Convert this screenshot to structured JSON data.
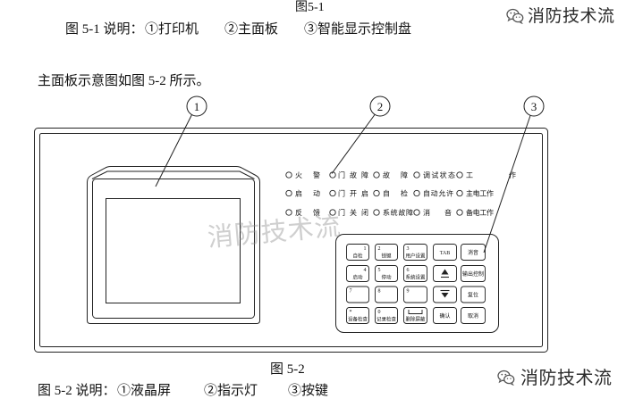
{
  "header": {
    "figure_label": "图5-1",
    "caption_prefix": "图 5-1 说明：",
    "caption_items": [
      "①打印机",
      "②主面板",
      "③智能显示控制盘"
    ]
  },
  "intro": "主面板示意图如图 5-2 所示。",
  "watermarks": {
    "icon": "wechat-icon",
    "top": "消防技术流",
    "bottom": "消防技术流",
    "center": "消防技术流"
  },
  "diagram": {
    "callouts": [
      "1",
      "2",
      "3"
    ],
    "indicators": [
      [
        "火警",
        "门故障",
        "故障",
        "调试状态",
        "工作"
      ],
      [
        "启动",
        "门开启",
        "自检",
        "自动允许",
        "主电工作"
      ],
      [
        "反馈",
        "门关闭",
        "系统故障",
        "消音",
        "备电工作"
      ]
    ],
    "keys": [
      [
        {
          "number": "1",
          "label": "自检"
        },
        {
          "number": "2",
          "label": "锁键"
        },
        {
          "number": "3",
          "label": "用户设置"
        },
        {
          "label": "TAB"
        },
        {
          "label": "消音"
        }
      ],
      [
        {
          "number": "4",
          "label": "启动"
        },
        {
          "number": "5",
          "label": "停动"
        },
        {
          "number": "6",
          "label": "系统设置"
        },
        {
          "icon": "up-arrow-icon"
        },
        {
          "label": "输出控制"
        }
      ],
      [
        {
          "number": "7"
        },
        {
          "number": "8"
        },
        {
          "number": "9"
        },
        {
          "icon": "down-arrow-icon"
        },
        {
          "label": "复位"
        }
      ],
      [
        {
          "number": "*",
          "label": "设备检查"
        },
        {
          "number": "0",
          "label": "记录检查"
        },
        {
          "icon": "space-icon",
          "label": "删除屏蔽"
        },
        {
          "label": "确认"
        },
        {
          "label": "取消"
        }
      ]
    ]
  },
  "footer": {
    "figure_label": "图 5-2",
    "caption_prefix": "图 5-2 说明：",
    "caption_items": [
      "①液晶屏",
      "②指示灯",
      "③按键"
    ]
  }
}
